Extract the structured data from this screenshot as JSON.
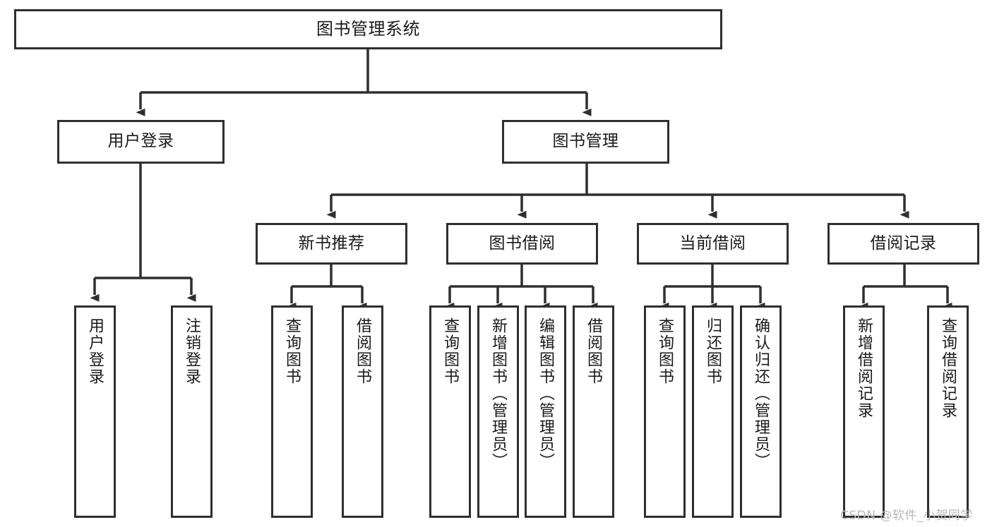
{
  "diagram": {
    "title": "图书管理系统",
    "type": "hierarchy-tree",
    "root": {
      "label": "图书管理系统"
    },
    "level1": [
      {
        "label": "用户登录"
      },
      {
        "label": "图书管理"
      }
    ],
    "level2": [
      {
        "label": "新书推荐"
      },
      {
        "label": "图书借阅"
      },
      {
        "label": "当前借阅"
      },
      {
        "label": "借阅记录"
      }
    ],
    "leaves": {
      "user_login": [
        {
          "label": "用户登录"
        },
        {
          "label": "注销登录"
        }
      ],
      "new_book_recommend": [
        {
          "label": "查询图书"
        },
        {
          "label": "借阅图书"
        }
      ],
      "book_borrow": [
        {
          "label": "查询图书"
        },
        {
          "label": "新增图书（管理员）"
        },
        {
          "label": "编辑图书（管理员）"
        },
        {
          "label": "借阅图书"
        }
      ],
      "current_borrow": [
        {
          "label": "查询图书"
        },
        {
          "label": "归还图书"
        },
        {
          "label": "确认归还（管理员）"
        }
      ],
      "borrow_record": [
        {
          "label": "新增借阅记录"
        },
        {
          "label": "查询借阅记录"
        }
      ]
    },
    "watermark": "CSDN @软件_小贺同学",
    "colors": {
      "stroke": "#2f2f2f",
      "fill": "#ffffff",
      "text": "#1a1a1a",
      "watermark": "#b9b9b9"
    }
  }
}
